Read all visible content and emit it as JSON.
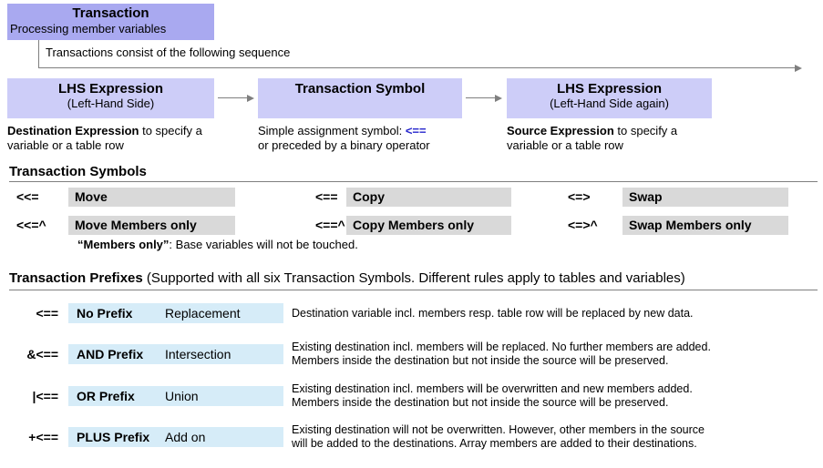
{
  "top_box": {
    "title": "Transaction",
    "subtitle": "Processing member variables"
  },
  "sequence_note": "Transactions consist of the following sequence",
  "flow_boxes": [
    {
      "title": "LHS Expression",
      "subtitle": "(Left-Hand Side)"
    },
    {
      "title": "Transaction Symbol",
      "subtitle": ""
    },
    {
      "title": "LHS Expression",
      "subtitle": "(Left-Hand Side again)"
    }
  ],
  "flow_notes": {
    "destination": {
      "bold": "Destination Expression",
      "rest": " to specify a",
      "line2": "variable or a table row"
    },
    "symbol": {
      "pre": "Simple assignment symbol: ",
      "symbol": "<==",
      "line2": "or preceded by a binary operator"
    },
    "source": {
      "bold": "Source Expression",
      "rest": " to specify a",
      "line2": "variable or a table row"
    }
  },
  "symbols_section": {
    "heading": "Transaction Symbols",
    "items": [
      {
        "symbol": "<<=",
        "label": "Move"
      },
      {
        "symbol": "<==",
        "label": "Copy"
      },
      {
        "symbol": "<=>",
        "label": "Swap"
      },
      {
        "symbol": "<<=^",
        "label": "Move Members only"
      },
      {
        "symbol": "<==^",
        "label": "Copy Members only"
      },
      {
        "symbol": "<=>^",
        "label": "Swap Members only"
      }
    ],
    "note_bold": "“Members only”",
    "note_rest": ": Base variables  will not be touched."
  },
  "prefixes_section": {
    "heading_bold": "Transaction Prefixes",
    "heading_rest": " (Supported with all six Transaction Symbols.  Different rules apply to tables and variables)",
    "rows": [
      {
        "symbol": "<==",
        "name": "No Prefix",
        "meaning": "Replacement",
        "desc1": "Destination variable incl. members resp. table row will be replaced by new data.",
        "desc2": ""
      },
      {
        "symbol": "&<==",
        "name": "AND Prefix",
        "meaning": "Intersection",
        "desc1": "Existing destination incl. members will be replaced.  No further members are added.",
        "desc2": "Members inside the destination but not inside the source will be preserved."
      },
      {
        "symbol": "|<==",
        "name": "OR Prefix",
        "meaning": "Union",
        "desc1": "Existing destination incl. members will be overwritten and new members added.",
        "desc2": "Members inside the destination but not inside the source will be preserved."
      },
      {
        "symbol": "+<==",
        "name": "PLUS Prefix",
        "meaning": "Add on",
        "desc1": "Existing destination will not be overwritten.  However,  other members in the source",
        "desc2": "will be added to the destinations.  Array members are added to their destinations."
      }
    ]
  },
  "colors": {
    "top_box_bg": "#a9a9f0",
    "flow_box_bg": "#cdcdf8",
    "symbol_box_bg": "#d9d9d9",
    "prefix_box_bg": "#d6ecf8",
    "assignment_symbol_blue": "#2323cc",
    "line_gray": "#7f7f7f"
  }
}
